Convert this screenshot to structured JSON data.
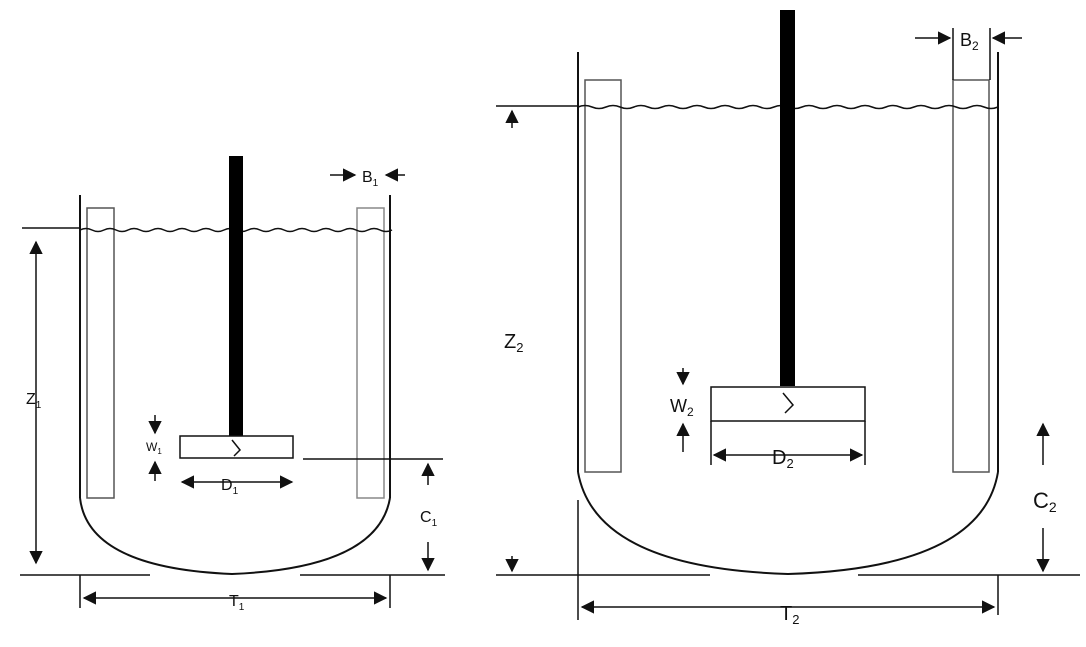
{
  "tank_small": {
    "labels": {
      "baffle_width": "B",
      "baffle_width_sub": "1",
      "liquid_height": "Z",
      "liquid_height_sub": "1",
      "blade_width": "W",
      "blade_width_sub": "1",
      "impeller_diameter": "D",
      "impeller_diameter_sub": "1",
      "clearance": "C",
      "clearance_sub": "1",
      "tank_diameter": "T",
      "tank_diameter_sub": "1"
    }
  },
  "tank_large": {
    "labels": {
      "baffle_width": "B",
      "baffle_width_sub": "2",
      "liquid_height": "Z",
      "liquid_height_sub": "2",
      "blade_width": "W",
      "blade_width_sub": "2",
      "impeller_diameter": "D",
      "impeller_diameter_sub": "2",
      "clearance": "C",
      "clearance_sub": "2",
      "tank_diameter": "T",
      "tank_diameter_sub": "2"
    }
  },
  "colors": {
    "stroke": "#111111",
    "shaft": "#000000",
    "baffle": "#555555"
  }
}
